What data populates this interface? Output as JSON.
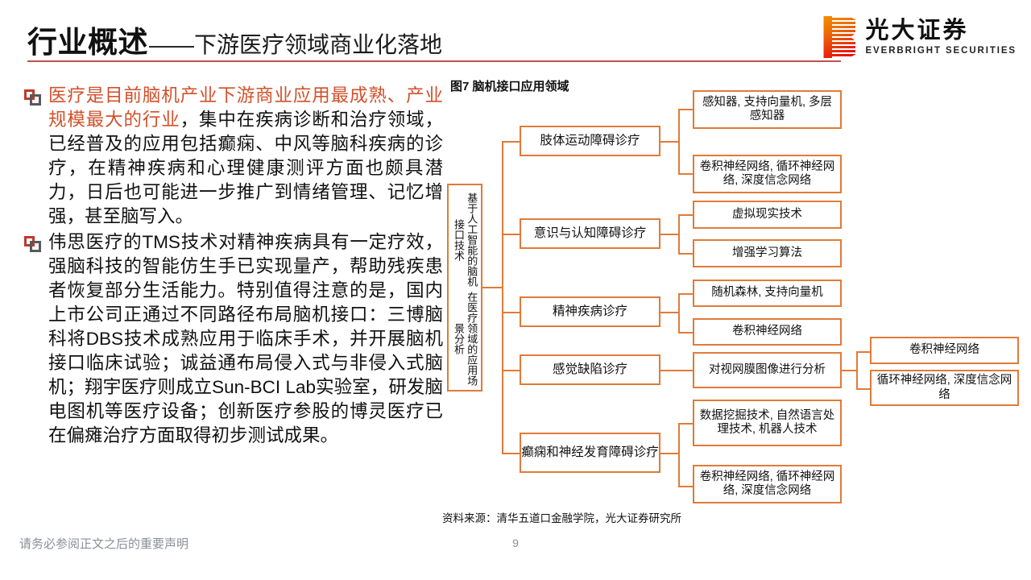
{
  "header": {
    "title_main": "行业概述",
    "title_sub": "——下游医疗领域商业化落地",
    "rule_color": "#C0504D"
  },
  "logo": {
    "cn": "光大证券",
    "en": "EVERBRIGHT SECURITIES",
    "mark_colors": [
      "#F39200",
      "#EC6608",
      "#E3000F"
    ]
  },
  "body": {
    "bullets": [
      {
        "highlight": "医疗是目前脑机产业下游商业应用最成熟、产业规模最大的行业",
        "rest": "，集中在疾病诊断和治疗领域，已经普及的应用包括癫痫、中风等脑科疾病的诊疗，在精神疾病和心理健康测评方面也颇具潜力，日后也可能进一步推广到情绪管理、记忆增强，甚至脑写入。"
      },
      {
        "highlight": "",
        "rest": "伟思医疗的TMS技术对精神疾病具有一定疗效，强脑科技的智能仿生手已实现量产，帮助残疾患者恢复部分生活能力。特别值得注意的是，国内上市公司正通过不同路径布局脑机接口：三博脑科将DBS技术成熟应用于临床手术，并开展脑机接口临床试验；诚益通布局侵入式与非侵入式脑机；翔宇医疗则成立Sun-BCI Lab实验室，研发脑电图机等医疗设备；创新医疗参股的博灵医疗已在偏瘫治疗方面取得初步测试成果。"
      }
    ],
    "highlight_color": "#D2502A"
  },
  "figure": {
    "title": "图7 脑机接口应用领域",
    "border_color": "#E07B39",
    "source": "资料来源：清华五道口金融学院，光大证券研究所",
    "root": "基于人工智能的脑机接口技术在医疗领域的应用场景分析",
    "root_col_right": "基于人工智能的脑机接口技术",
    "root_col_left": "在医疗领域的应用场景分析",
    "branches": [
      {
        "label": "肢体运动障碍诊疗",
        "leaves": [
          {
            "label": "感知器, 支持向量机, 多层感知器"
          },
          {
            "label": "卷积神经网络, 循环神经网络, 深度信念网络"
          }
        ]
      },
      {
        "label": "意识与认知障碍诊疗",
        "leaves": [
          {
            "label": "虚拟现实技术"
          },
          {
            "label": "增强学习算法"
          }
        ]
      },
      {
        "label": "精神疾病诊疗",
        "leaves": [
          {
            "label": "随机森林, 支持向量机"
          },
          {
            "label": "卷积神经网络"
          }
        ]
      },
      {
        "label": "感觉缺陷诊疗",
        "leaves": [
          {
            "label": "对视网膜图像进行分析",
            "children": [
              {
                "label": "卷积神经网络"
              },
              {
                "label": "循环神经网络, 深度信念网络"
              }
            ]
          }
        ]
      },
      {
        "label": "癫痫和神经发育障碍诊疗",
        "leaves": [
          {
            "label": "数据挖掘技术, 自然语言处理技术, 机器人技术"
          },
          {
            "label": "卷积神经网络, 循环神经网络, 深度信念网络"
          }
        ]
      }
    ]
  },
  "footer": {
    "note": "请务必参阅正文之后的重要声明",
    "page": "9"
  }
}
